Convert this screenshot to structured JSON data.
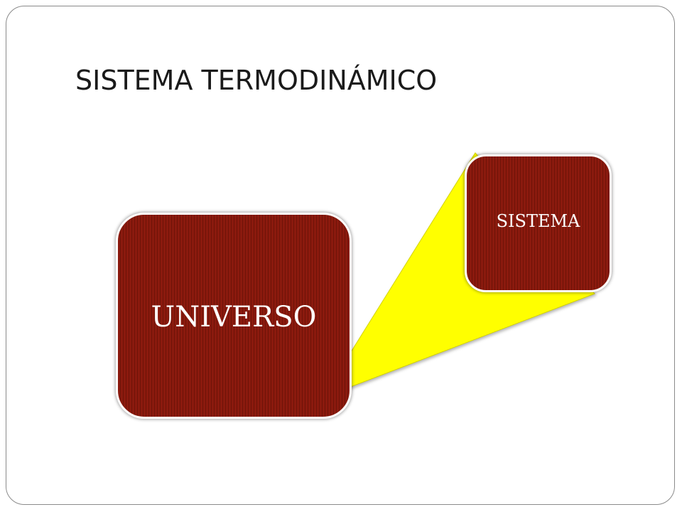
{
  "slide": {
    "title": "SISTEMA TERMODINÁMICO"
  },
  "diagram": {
    "outer_box": {
      "label": "UNIVERSO"
    },
    "inner_box": {
      "label": "SISTEMA"
    }
  },
  "colors": {
    "box_fill": "#8b1a0e",
    "box_stripe": "#6e1308",
    "callout_fill": "#ffff00",
    "box_text": "#ffffff",
    "title_text": "#1a1a1a"
  }
}
